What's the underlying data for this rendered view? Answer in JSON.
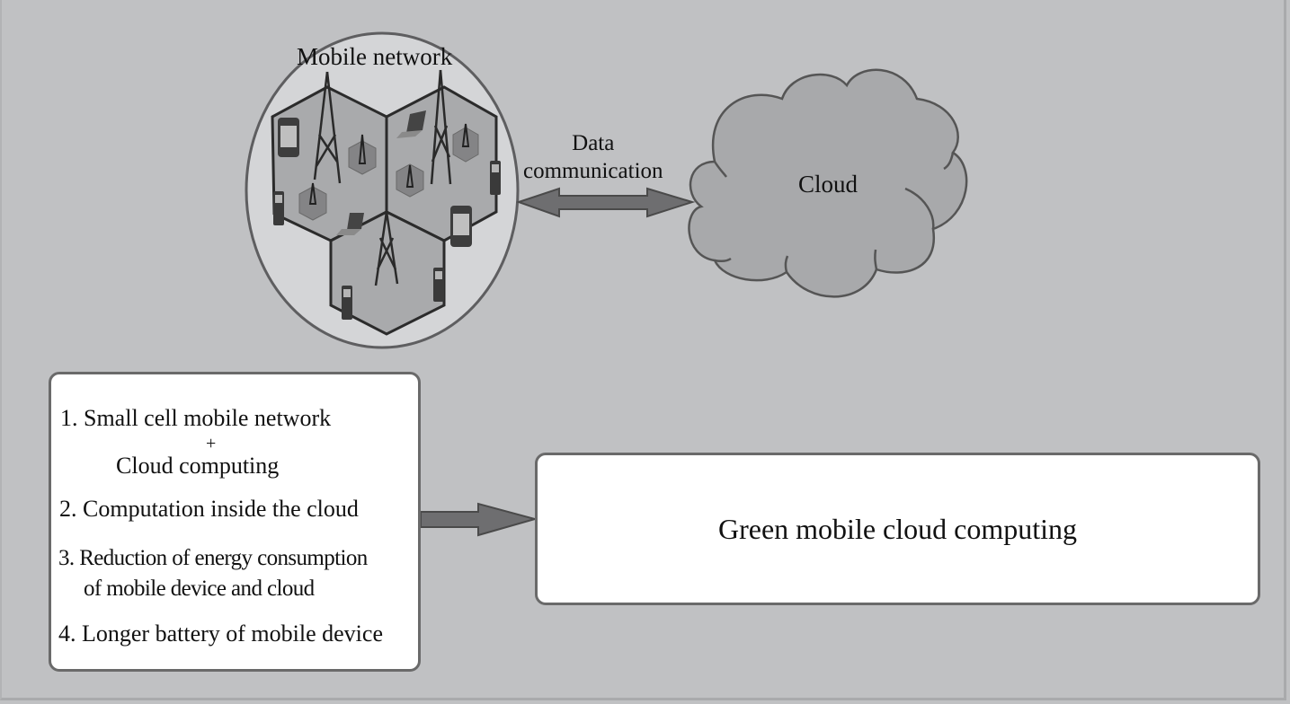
{
  "diagram": {
    "mobile_network": {
      "title": "Mobile network",
      "cells": 3,
      "elements": [
        "cell-tower",
        "small-cell",
        "smartphone",
        "feature-phone",
        "laptop"
      ]
    },
    "data_communication": {
      "line1": "Data",
      "line2": "communication",
      "arrow": "bidirectional"
    },
    "cloud": {
      "label": "Cloud"
    },
    "features": {
      "item1_line1": "1. Small cell mobile network",
      "item1_plus": "+",
      "item1_line2": "Cloud computing",
      "item2": "2. Computation inside the cloud",
      "item3_line1": "3. Reduction of energy consumption",
      "item3_line2": "of mobile device and cloud",
      "item4": "4. Longer battery of mobile device"
    },
    "result": {
      "label": "Green mobile cloud computing"
    },
    "colors": {
      "background": "#c0c1c3",
      "network_circle": "#d4d5d7",
      "cell_fill": "#a9aaac",
      "small_cell_fill": "#808080",
      "cloud_fill": "#a8a9ab",
      "arrow_fill": "#6e6e70",
      "stroke": "#555555"
    }
  }
}
